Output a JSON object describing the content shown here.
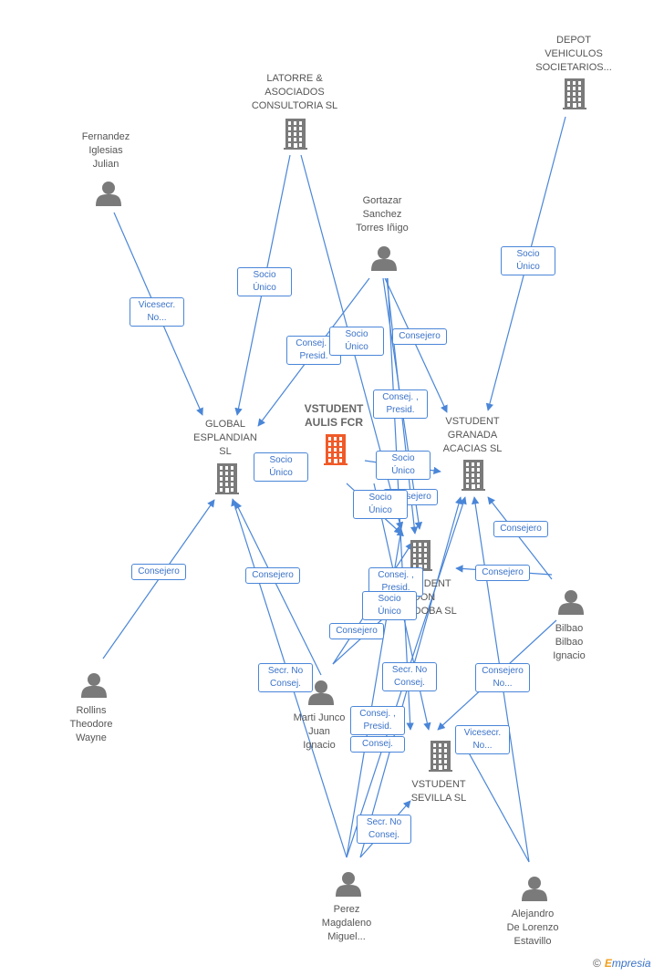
{
  "colors": {
    "edge": "#4a86d8",
    "company": "#7a7a7a",
    "focus": "#f05a28",
    "person": "#7a7a7a",
    "label": "#555555"
  },
  "nodes": [
    {
      "id": "depot",
      "kind": "company",
      "label": "DEPOT\nVEHICULOS\nSOCIETARIOS..."
    },
    {
      "id": "latorre",
      "kind": "company",
      "label": "LATORRE &\nASOCIADOS\nCONSULTORIA SL"
    },
    {
      "id": "fernandez",
      "kind": "person",
      "label": "Fernandez\nIglesias\nJulian"
    },
    {
      "id": "gortazar",
      "kind": "person",
      "label": "Gortazar\nSanchez\nTorres Iñigo"
    },
    {
      "id": "aulis",
      "kind": "focus",
      "label": "VSTUDENT\nAULIS FCR"
    },
    {
      "id": "global",
      "kind": "company",
      "label": "GLOBAL\nESPLANDIAN\nSL"
    },
    {
      "id": "granada",
      "kind": "company",
      "label": "VSTUDENT\nGRANADA\nACACIAS  SL"
    },
    {
      "id": "cordoba",
      "kind": "company",
      "label": "VSTUDENT\nDON\nCORDOBA  SL"
    },
    {
      "id": "sevilla",
      "kind": "company",
      "label": "VSTUDENT\nSEVILLA  SL"
    },
    {
      "id": "bilbao",
      "kind": "person",
      "label": "Bilbao\nBilbao\nIgnacio"
    },
    {
      "id": "rollins",
      "kind": "person",
      "label": "Rollins\nTheodore\nWayne"
    },
    {
      "id": "marti",
      "kind": "person",
      "label": "Marti Junco\nJuan\nIgnacio"
    },
    {
      "id": "perez",
      "kind": "person",
      "label": "Perez\nMagdaleno\nMiguel..."
    },
    {
      "id": "alejandro",
      "kind": "person",
      "label": "Alejandro\nDe Lorenzo\nEstavillo"
    }
  ],
  "edge_labels": [
    "Socio\nÚnico",
    "Socio\nÚnico",
    "Vicesecr.\nNo...",
    "Consej. ,\nPresid.",
    "Socio\nÚnico",
    "Consejero",
    "Consej. ,\nPresid.",
    "Socio\nÚnico",
    "Socio\nÚnico",
    "Consejero",
    "Socio\nÚnico",
    "Consejero",
    "Consejero",
    "Consejero",
    "Consejero",
    "Consej. ,\nPresid.",
    "Socio\nÚnico",
    "Consejero",
    "Secr.  No\nConsej.",
    "Secr.  No\nConsej.",
    "Consejero\nNo...",
    "Consej. ,\nPresid.",
    "Consej.",
    "Vicesecr.\nNo...",
    "Secr.  No\nConsej."
  ],
  "brand": {
    "copyright": "©",
    "name": "mpresia",
    "initial": "E"
  }
}
